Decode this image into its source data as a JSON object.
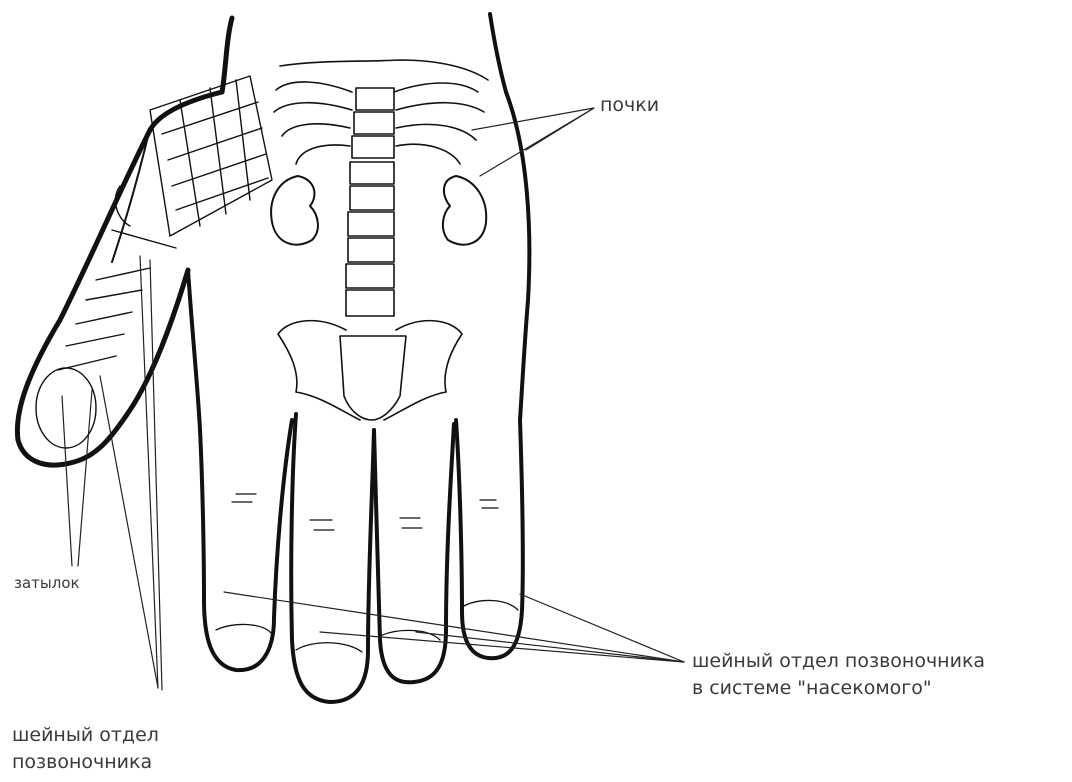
{
  "labels": {
    "kidneys": "почки",
    "occiput": "затылок",
    "cervical_insect_line1": "шейный отдел позвоночника",
    "cervical_insect_line2": "в системе \"насекомого\"",
    "cervical_line1": "шейный отдел",
    "cervical_line2": "позвоночника"
  },
  "colors": {
    "ink": "#111111",
    "text": "#3a3a3a",
    "background": "#ffffff"
  }
}
